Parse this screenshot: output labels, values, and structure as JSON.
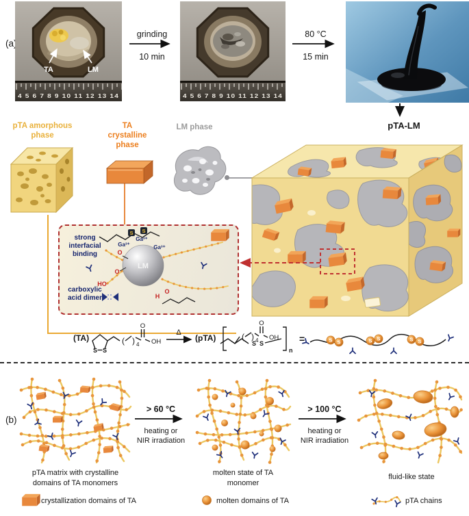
{
  "a": {
    "tag": "(a)",
    "photo1": {
      "ta": "TA",
      "lm": "LM",
      "ruler": "4 5 6 7 8 9 10 11 12 13 14"
    },
    "photo2": {
      "ruler": "4 5 6 7 8 9 10 11 12 13 14"
    },
    "step1": {
      "t": "grinding",
      "b": "10 min"
    },
    "step2": {
      "t": "80 °C",
      "b": "15 min"
    },
    "labels": {
      "pta1": "pTA amorphous",
      "pta2": "phase",
      "ta1": "TA",
      "ta2": "crystalline",
      "ta3": "phase",
      "lm": "LM phase",
      "ptalm": "pTA-LM"
    },
    "inset": {
      "b1": "strong",
      "b2": "interfacial",
      "b3": "binding",
      "d1": "carboxylic",
      "d2": "acid dimer",
      "lm": "LM",
      "ga": "Ga³⁺",
      "o": "O",
      "ho": "HO",
      "h": "H",
      "s": "S"
    },
    "eq": {
      "ta": "(TA)",
      "pta": "(pTA)",
      "delta": "Δ",
      "four": "4",
      "n": "n",
      "o": "O",
      "oh": "OH",
      "s": "S",
      "eq": "=",
      "lp": "(",
      "rp": ")"
    }
  },
  "b": {
    "tag": "(b)",
    "step1": {
      "temp": "> 60 °C",
      "l1": "heating or",
      "l2": "NIR irradiation"
    },
    "step2": {
      "temp": "> 100 °C",
      "l1": "heating or",
      "l2": "NIR irradiation"
    },
    "cap": {
      "c1a": "pTA matrix with crystalline",
      "c1b": "domains of TA monomers",
      "c2a": "molten state of TA",
      "c2b": "monomer",
      "c3": "fluid-like state"
    },
    "legend": {
      "l1": "crystallization domains of TA",
      "l2": "molten domains of TA",
      "l3": "pTA chains"
    }
  }
}
